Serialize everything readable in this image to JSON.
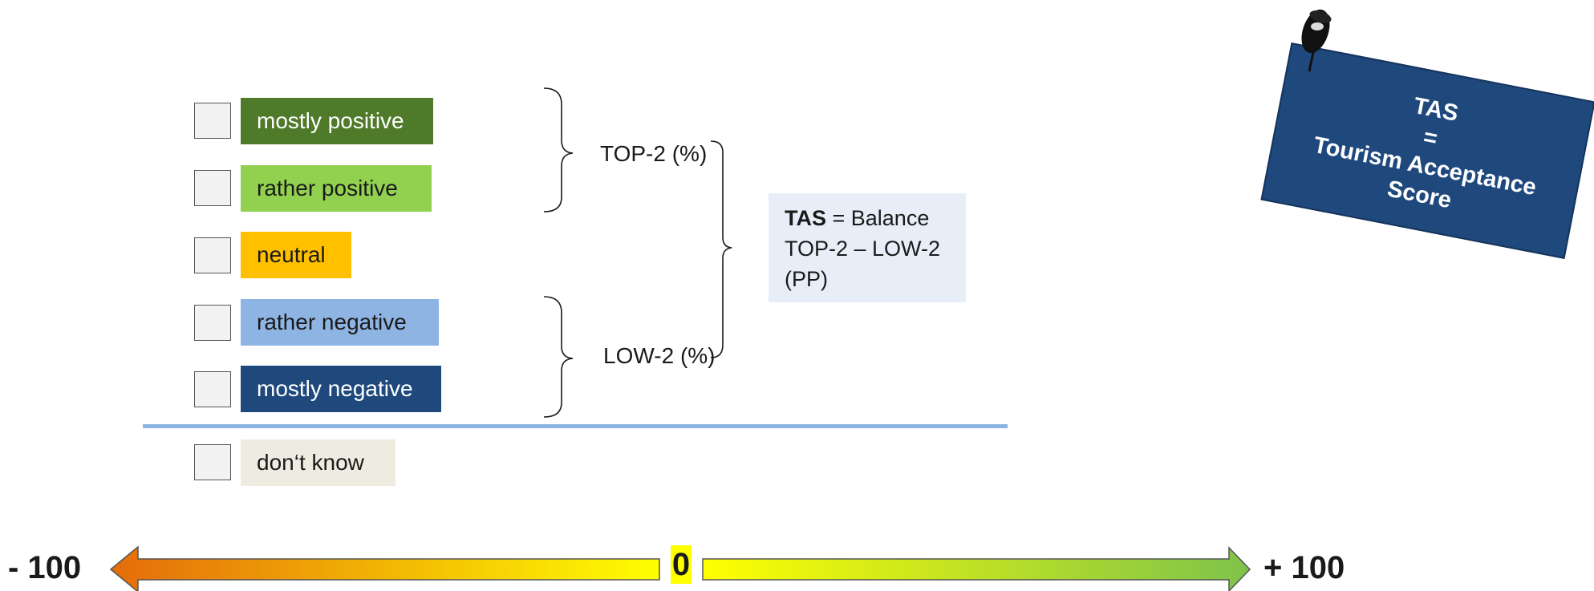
{
  "options": [
    {
      "label": "mostly positive",
      "color": "#4e7a2a",
      "text_color": "#ffffff"
    },
    {
      "label": "rather positive",
      "color": "#92d050",
      "text_color": "#1a1a1a"
    },
    {
      "label": "neutral",
      "color": "#ffc000",
      "text_color": "#1a1a1a"
    },
    {
      "label": "rather negative",
      "color": "#8eb4e3",
      "text_color": "#1a1a1a"
    },
    {
      "label": "mostly negative",
      "color": "#1f497d",
      "text_color": "#ffffff"
    },
    {
      "label": "don‘t know",
      "color": "#eeece1",
      "text_color": "#1a1a1a"
    }
  ],
  "groups": {
    "top": "TOP-2 (%)",
    "low": "LOW-2 (%)"
  },
  "definition": {
    "term": "TAS",
    "text": " = Balance TOP-2 – LOW-2 (PP)"
  },
  "note": {
    "line1": "TAS",
    "line2": "=",
    "line3": "Tourism Acceptance",
    "line4": "Score",
    "color": "#1f497d"
  },
  "scale": {
    "min_label": "- 100",
    "mid_label": "0",
    "max_label": "+ 100",
    "left_gradient": [
      "#e46c0a",
      "#ffff00"
    ],
    "right_gradient": [
      "#ffff00",
      "#7ec34a"
    ]
  }
}
